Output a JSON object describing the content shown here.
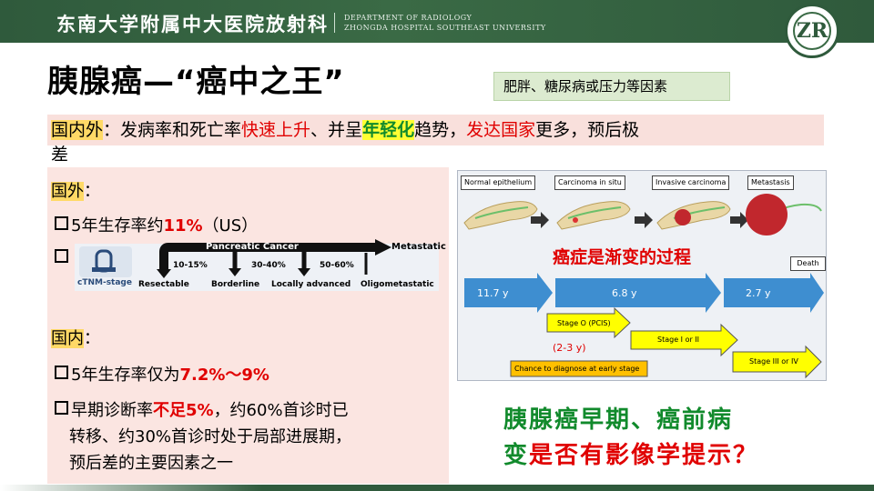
{
  "header": {
    "institution": "东南大学附属中大医院放射科",
    "dept_en_1": "DEPARTMENT OF RADIOLOGY",
    "dept_en_2": "ZHONGDA HOSPITAL SOUTHEAST UNIVERSITY"
  },
  "title": "胰腺癌—“癌中之王”",
  "callout": "肥胖、糖尿病或压力等因素",
  "summary": {
    "tag": "国内外",
    "p1": "：发病率和死亡率",
    "p2": "快速上升",
    "p3": "、并呈",
    "p4": "年轻化",
    "p5": "趋势，",
    "p6": "发达国家",
    "p7": "更多，预后极",
    "p8": "差"
  },
  "abroad": {
    "tag": "国外",
    "colon": "：",
    "survival_prefix": "5年生存率约",
    "survival_value": "11%",
    "survival_suffix": "（US）"
  },
  "tnm": {
    "label": "cTNM-stage",
    "header": "Pancreatic Cancer",
    "metastatic": "Metastatic",
    "pct1": "10-15%",
    "pct2": "30-40%",
    "pct3": "50-60%",
    "c1": "Resectable",
    "c2": "Borderline",
    "c3": "Locally advanced",
    "c4": "Oligometastatic"
  },
  "domestic": {
    "tag": "国内",
    "colon": "：",
    "survival_prefix": "5年生存率仅为",
    "survival_value": "7.2%～9%",
    "early_prefix": "早期诊断率",
    "early_value": "不足5%",
    "early_suffix": "，约60%首诊时已",
    "line2": "转移、约30%首诊时处于局部进展期，",
    "line3": "预后差的主要因素之一"
  },
  "diagram": {
    "stage1": "Normal epithelium",
    "stage2": "Carcinoma in situ",
    "stage3": "Invasive carcinoma",
    "stage4": "Metastasis",
    "caption": "癌症是渐变的过程",
    "death": "Death",
    "t1": "11.7 y",
    "t2": "6.8 y",
    "t3": "2.7 y",
    "y1": "Stage O (PCIS)",
    "y2": "Stage I or II",
    "y3": "Stage III or IV",
    "interval": "(2-3 y)",
    "chance": "Chance to diagnose at early stage"
  },
  "question": {
    "g1": "胰腺癌早期、癌前病",
    "g2": "变",
    "r1": "是否有影像学提示？"
  },
  "colors": {
    "header_green": "#2f5a3c",
    "highlight_yellow": "#ffd966",
    "red": "#e00000",
    "green": "#118a2c",
    "timeline_blue": "#3e8ed0",
    "arrow_yellow": "#ffff00"
  }
}
